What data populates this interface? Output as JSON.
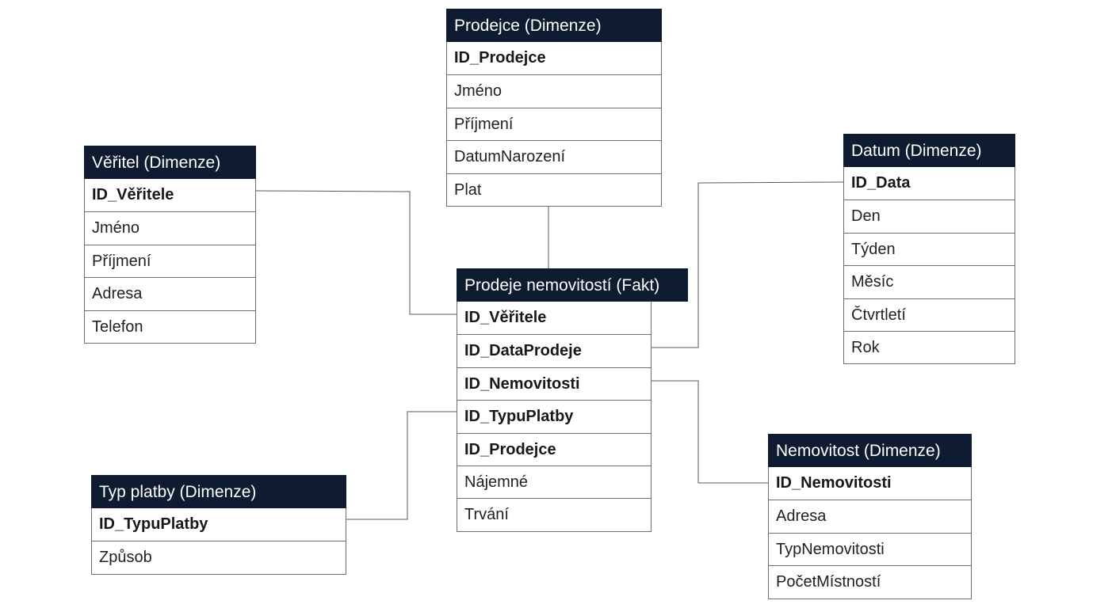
{
  "entities": {
    "prodejce": {
      "title": "Prodejce (Dimenze)",
      "rows": [
        "ID_Prodejce",
        "Jméno",
        "Příjmení",
        "DatumNarození",
        "Plat"
      ]
    },
    "veritel": {
      "title": "Věřitel (Dimenze)",
      "rows": [
        "ID_Věřitele",
        "Jméno",
        "Příjmení",
        "Adresa",
        "Telefon"
      ]
    },
    "datum": {
      "title": "Datum (Dimenze)",
      "rows": [
        "ID_Data",
        "Den",
        "Týden",
        "Měsíc",
        "Čtvrtletí",
        "Rok"
      ]
    },
    "fakt": {
      "title": "Prodeje nemovitostí (Fakt)",
      "rows": [
        "ID_Věřitele",
        "ID_DataProdeje",
        "ID_Nemovitosti",
        "ID_TypuPlatby",
        "ID_Prodejce",
        "Nájemné",
        "Trvání"
      ]
    },
    "typ_platby": {
      "title": "Typ platby (Dimenze)",
      "rows": [
        "ID_TypuPlatby",
        "Způsob"
      ]
    },
    "nemovitost": {
      "title": "Nemovitost (Dimenze)",
      "rows": [
        "ID_Nemovitosti",
        "Adresa",
        "TypNemovitosti",
        "PočetMístností"
      ]
    }
  },
  "colors": {
    "header_background": "#0f1b31",
    "header_text": "#ffffff",
    "border": "#6b6d72",
    "connector": "#55575c"
  }
}
